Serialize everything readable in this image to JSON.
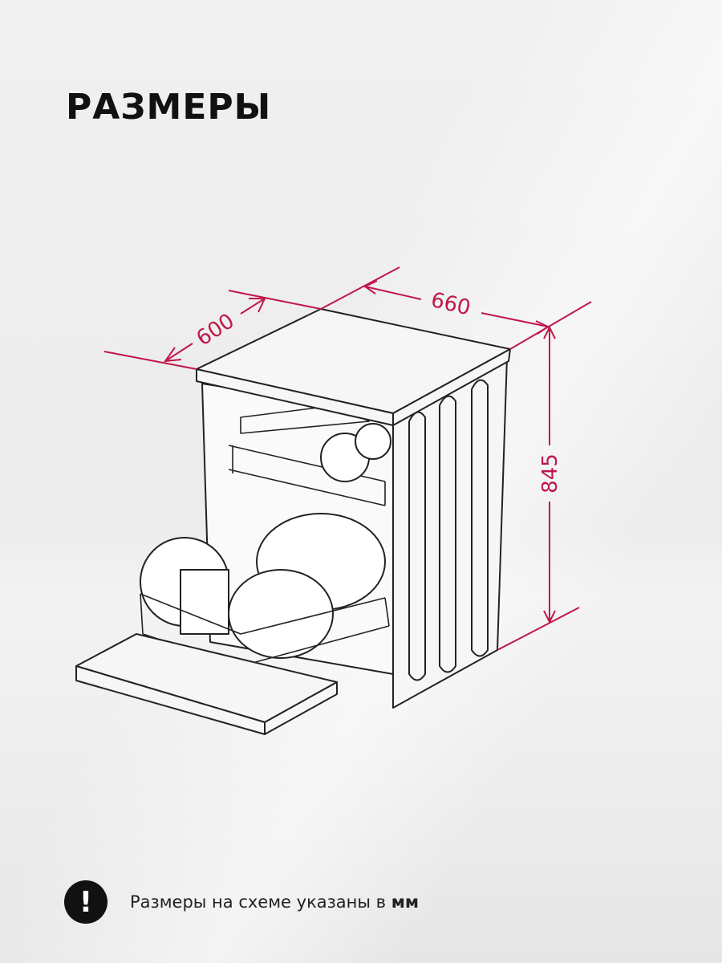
{
  "title": "РАЗМЕРЫ",
  "dimensions": {
    "width": "600",
    "depth": "660",
    "height": "845",
    "unit_note_prefix": "Размеры на схеме указаны в",
    "unit": "мм"
  },
  "colors": {
    "accent": "#c0174a",
    "text": "#111111"
  },
  "icons": {
    "note": "exclamation-circle-icon"
  }
}
